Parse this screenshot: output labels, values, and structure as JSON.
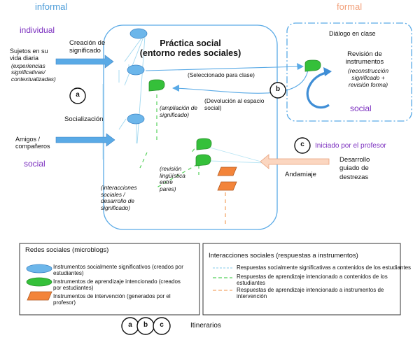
{
  "axis_labels": {
    "informal": "informal",
    "formal": "formal",
    "individual": "individual",
    "social_left": "social",
    "social_right": "social"
  },
  "central_box": {
    "title": "Práctica social\n(entorno redes sociales)"
  },
  "class_box": {
    "title": "Diálogo en clase",
    "revision": "Revisión de\ninstrumentos",
    "revision_detail": "(reconstrucción\nsignificado +\nrevisión forma)"
  },
  "left_inputs": {
    "sujetos": "Sujetos en su\nvida diaria",
    "sujetos_detail": "(experiencias\nsignificativas/\ncontextualizadas)",
    "creacion": "Creación de\nsignificado",
    "socializacion": "Socialización",
    "amigos": "Amigos /\ncompañeros"
  },
  "flow_labels": {
    "seleccionado": "(Seleccionado para clase)",
    "devolucion": "(Devolución al espacio\nsocial)",
    "ampliacion": "(ampliación de\nsignificado)",
    "revision_linguistica": "(revisión\nlingüística\nentre\npares)",
    "interacciones": "(interacciones\nsociales /\ndesarrollo de\nsignificado)"
  },
  "teacher": {
    "iniciado": "Iniciado por el profesor",
    "andamiaje": "Andamiaje",
    "desarrollo": "Desarrollo\nguiado de\ndestrezas"
  },
  "markers": {
    "a": "a",
    "b": "b",
    "c": "c"
  },
  "legend_left": {
    "title": "Redes sociales (microblogs)",
    "item1": "Instrumentos socialmente significativos (creados por\nestudiantes)",
    "item2": "Instrumentos de aprendizaje intencionado (creados\npor estudiantes)",
    "item3": "Instrumentos de intervención (generados por el\nprofesor)"
  },
  "legend_right": {
    "title": "Interacciones sociales (respuestas a instrumentos)",
    "item1": "Respuestas socialmente significativas a contenidos de los estudiantes",
    "item2": "Respuestas de aprendizaje intencionado a contenidos de los\nestudiantes",
    "item3": "Respuestas de aprendizaje intencionado a instrumentos de\nintervención"
  },
  "itinerarios": {
    "label": "Itinerarios",
    "a": "a",
    "b": "b",
    "c": "c"
  },
  "colors": {
    "informal": "#4a9bd8",
    "formal": "#f2a07a",
    "purple": "#7b2fbf",
    "blue_arrow": "#5aaae6",
    "blue_fill": "#6cb6ea",
    "green_fill": "#35c03a",
    "orange_fill": "#f3843a",
    "connector": "#9fd7ef"
  },
  "icons": [
    "arrow-right-icon",
    "arrow-left-icon",
    "speech-bubble-icon",
    "parallelogram-icon",
    "circle-marker-icon"
  ]
}
